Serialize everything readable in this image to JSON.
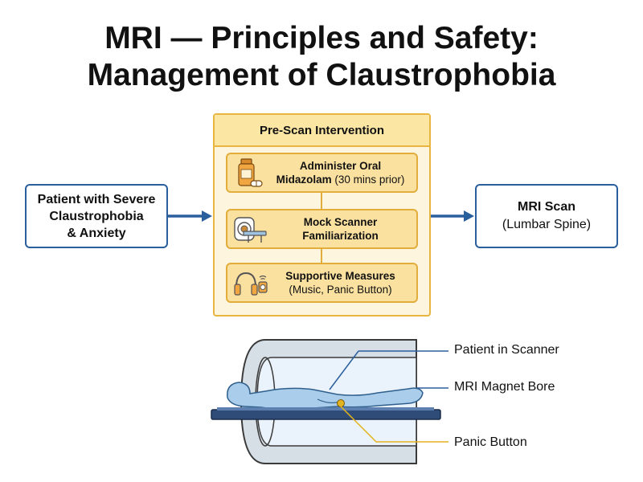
{
  "title": {
    "line1": "MRI — Principles and Safety:",
    "line2": "Management of Claustrophobia"
  },
  "patient_box": {
    "line1": "Patient with Severe",
    "line2": "Claustrophobia",
    "line3": "& Anxiety"
  },
  "pre_scan": {
    "header": "Pre-Scan Intervention",
    "steps": [
      {
        "line1": "Administer Oral",
        "line2": "Midazolam",
        "line2_suffix": " (30 mins prior)",
        "icon": "pill-bottle-icon"
      },
      {
        "line1": "Mock Scanner",
        "line2": "Familiarization",
        "icon": "mri-scanner-icon"
      },
      {
        "line1": "Supportive Measures",
        "line2": "(Music, Panic Button)",
        "icon": "headphones-icon"
      }
    ]
  },
  "scan_box": {
    "title": "MRI Scan",
    "subtitle": "(Lumbar Spine)"
  },
  "callouts": {
    "patient": "Patient in Scanner",
    "bore": "MRI Magnet Bore",
    "panic": "Panic Button"
  },
  "colors": {
    "accent_blue": "#2a5f9e",
    "panel_yellow": "#fdf5dd",
    "step_yellow": "#fbe1a0",
    "border_yellow": "#e8b640",
    "patient_blue": "#a9cdea",
    "panic_gold": "#e3b321"
  }
}
